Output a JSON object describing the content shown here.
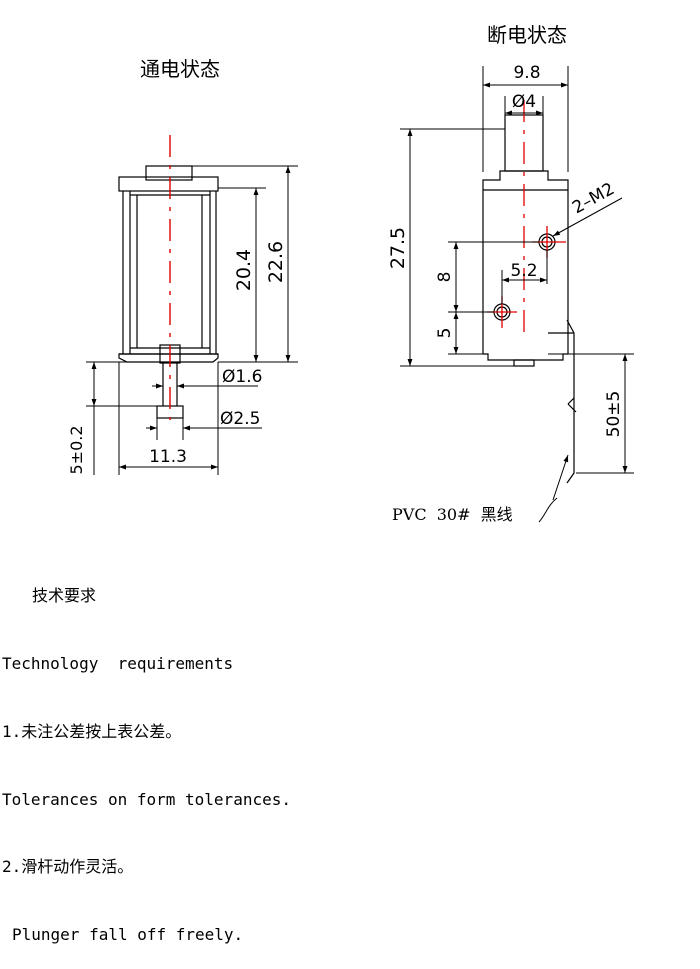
{
  "views": {
    "energized": {
      "title": "通电状态"
    },
    "deenergized": {
      "title": "断电状态"
    }
  },
  "dimensions": {
    "left": {
      "body_height": "20.4",
      "overall_height": "22.6",
      "plunger_dia": "Ø1.6",
      "head_dia": "Ø2.5",
      "width": "11.3",
      "stroke": "5±0.2"
    },
    "right": {
      "width": "9.8",
      "shaft_dia": "Ø4",
      "height": "27.5",
      "thread": "2–M2",
      "hole_spacing_v": "8",
      "hole_spacing_h": "5.2",
      "hole_offset": "5",
      "lead_length": "50±5",
      "lead_label": "PVC  30#  黑线"
    }
  },
  "notes": {
    "heading": "技术要求",
    "heading_en": "Technology  requirements",
    "item1": "1.未注公差按上表公差。",
    "item1_en": "Tolerances on form tolerances.",
    "item2": "2.滑杆动作灵活。",
    "item2_en": "Plunger fall off freely."
  },
  "colors": {
    "line": "#000000",
    "centerline": "#e00000"
  }
}
